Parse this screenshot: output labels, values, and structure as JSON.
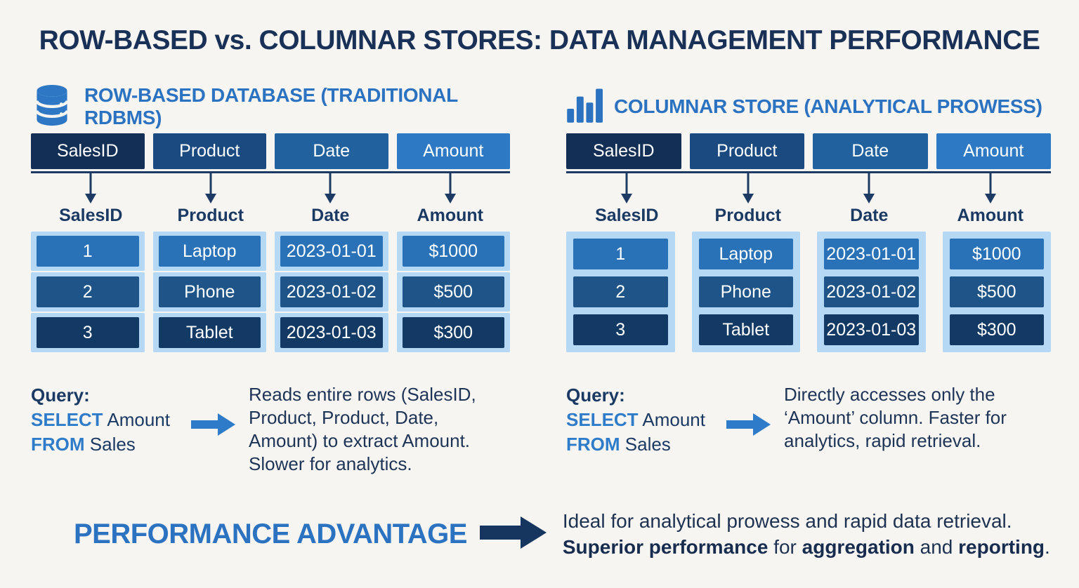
{
  "title": "ROW-BASED vs. COLUMNAR STORES: DATA MANAGEMENT PERFORMANCE",
  "colors": {
    "accent_blue": "#2b72c1",
    "keyword_blue": "#2e7cc9",
    "navy": "#1b3a63",
    "header_cells": [
      "#142f55",
      "#1b4a80",
      "#20619e",
      "#2e79c4"
    ],
    "row_cells": [
      "#2a72b8",
      "#1e5487",
      "#133a64"
    ],
    "band_light_blue": "#b5d9f4",
    "background": "#f7f5f2"
  },
  "left_panel": {
    "icon": "database-icon",
    "heading": "ROW-BASED DATABASE (TRADITIONAL RDBMS)",
    "table": {
      "headers": [
        "SalesID",
        "Product",
        "Date",
        "Amount"
      ],
      "field_labels": [
        "SalesID",
        "Product",
        "Date",
        "Amount"
      ],
      "rows": [
        [
          "1",
          "Laptop",
          "2023-01-01",
          "$1000"
        ],
        [
          "2",
          "Phone",
          "2023-01-02",
          "$500"
        ],
        [
          "3",
          "Tablet",
          "2023-01-03",
          "$300"
        ]
      ]
    },
    "query": {
      "label": "Query:",
      "select_kw": "SELECT",
      "select_rest": " Amount",
      "from_kw": "FROM",
      "from_rest": " Sales"
    },
    "explanation": "Reads entire rows (SalesID, Product,  Product, Date, Amount) to extract Amount. Slower for analytics."
  },
  "right_panel": {
    "icon": "bar-chart-icon",
    "heading": "COLUMNAR STORE (ANALYTICAL PROWESS)",
    "table": {
      "headers": [
        "SalesID",
        "Product",
        "Date",
        "Amount"
      ],
      "field_labels": [
        "SalesID",
        "Product",
        "Date",
        "Amount"
      ],
      "columns": [
        [
          "1",
          "2",
          "3"
        ],
        [
          "Laptop",
          "Phone",
          "Tablet"
        ],
        [
          "2023-01-01",
          "2023-01-02",
          "2023-01-03"
        ],
        [
          "$1000",
          "$500",
          "$300"
        ]
      ]
    },
    "query": {
      "label": "Query:",
      "select_kw": "SELECT",
      "select_rest": " Amount",
      "from_kw": "FROM",
      "from_rest": " Sales"
    },
    "explanation": "Directly accesses only the ‘Amount’ column. Faster for analytics, rapid retrieval."
  },
  "footer": {
    "label": "PERFORMANCE ADVANTAGE",
    "line1": "Ideal for analytical prowess and rapid data retrieval.",
    "line2": {
      "b1": "Superior performance",
      "n1": " for ",
      "b2": "aggregation",
      "n2": " and ",
      "b3": "reporting",
      "n3": "."
    }
  }
}
